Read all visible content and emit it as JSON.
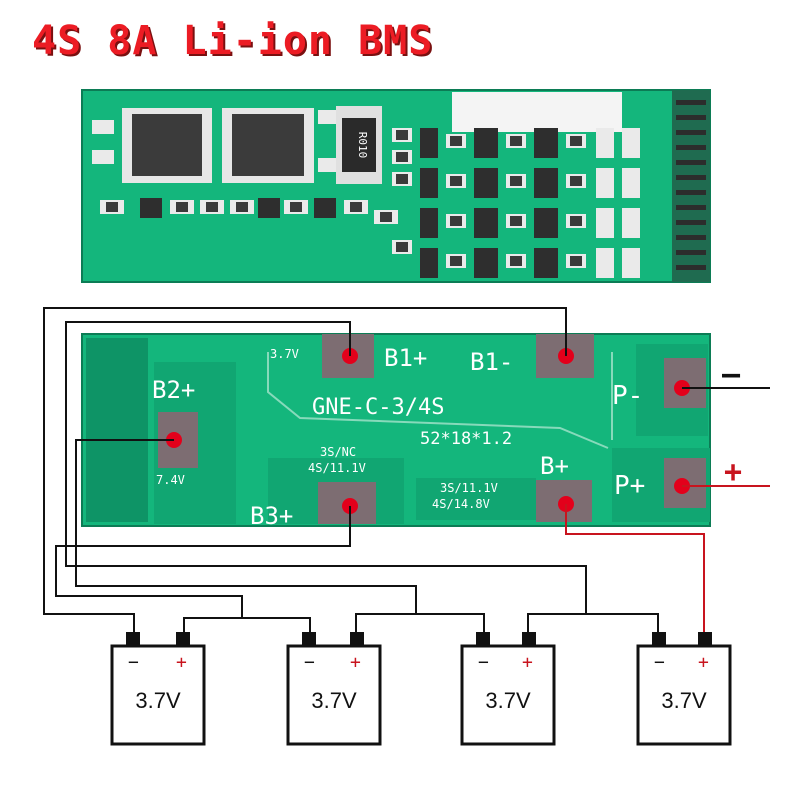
{
  "title": "4S 8A Li-ion BMS",
  "board": {
    "model": "GNE-C-3/4S",
    "dimensions": "52*18*1.2",
    "resistor_code": "R010",
    "mode_left_line1": "3S/NC",
    "mode_left_line2": "4S/11.1V",
    "mode_right_line1": "3S/11.1V",
    "mode_right_line2": "4S/14.8V"
  },
  "pads": {
    "b1_plus": "B1+",
    "b1_minus": "B1-",
    "b2_plus": "B2+",
    "b3_plus": "B3+",
    "b_plus": "B+",
    "p_minus": "P-",
    "p_plus": "P+"
  },
  "pad_voltages": {
    "b1": "3.7V",
    "b2": "7.4V"
  },
  "output_signs": {
    "minus": "—",
    "plus": "+"
  },
  "batteries": [
    {
      "voltage": "3.7V",
      "neg": "−",
      "pos": "+"
    },
    {
      "voltage": "3.7V",
      "neg": "−",
      "pos": "+"
    },
    {
      "voltage": "3.7V",
      "neg": "−",
      "pos": "+"
    },
    {
      "voltage": "3.7V",
      "neg": "−",
      "pos": "+"
    }
  ],
  "colors": {
    "pcb": "#14b67c",
    "pcb_dark": "#0e9466",
    "silk": "#ffffff",
    "pad": "#7d6d72",
    "pad_dot": "#e3001b",
    "wire_black": "#111111",
    "wire_red": "#c8141e",
    "title": "#ec1c24"
  }
}
